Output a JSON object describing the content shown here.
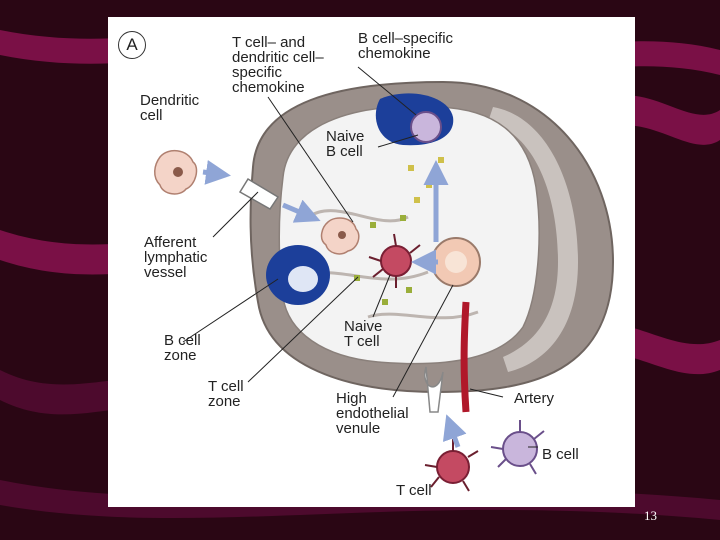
{
  "slide": {
    "page_number": "13",
    "colors": {
      "background": "#2a0614",
      "wave": "#7a1046",
      "wave_dark": "#4d0a2d"
    }
  },
  "figure": {
    "panel_letter": "A",
    "labels": {
      "dendritic_cell": "Dendritic\ncell",
      "t_dc_chemokine": "T cell– and\ndendritic cell–\nspecific\nchemokine",
      "b_chemokine": "B cell–specific\nchemokine",
      "naive_b_cell": "Naive\nB cell",
      "afferent_lymphatic": "Afferent\nlymphatic\nvessel",
      "b_cell_zone": "B cell\nzone",
      "naive_t_cell": "Naive\nT cell",
      "t_cell_zone": "T cell\nzone",
      "hev": "High\nendothelial\nvenule",
      "artery": "Artery",
      "b_cell": "B cell",
      "t_cell": "T cell"
    },
    "colors": {
      "node_capsule": "#9a8f8a",
      "node_inner": "#f3f3f3",
      "follicle": "#1c3f9a",
      "t_cell": "#c44a62",
      "b_cell": "#c9b6dc",
      "dendritic_cell": "#f4d4c8",
      "chemokine_green": "#9aae3a",
      "chemokine_yellow": "#cfc04a",
      "arrow": "#8fa5d6",
      "vessel_red": "#b0182a"
    }
  }
}
